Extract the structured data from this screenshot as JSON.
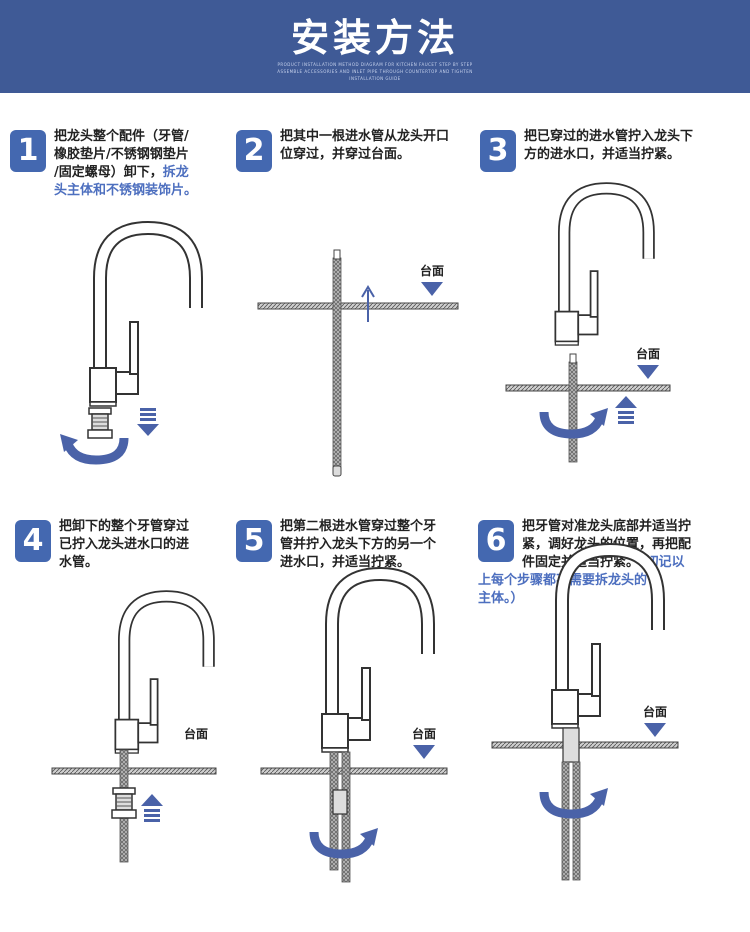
{
  "header": {
    "title": "安装方法",
    "sub1": "PRODUCT INSTALLATION METHOD DIAGRAM FOR KITCHEN FAUCET STEP BY STEP",
    "sub2": "ASSEMBLE ACCESSORIES AND INLET PIPE THROUGH COUNTERTOP AND TIGHTEN",
    "sub3": "INSTALLATION GUIDE"
  },
  "steps": [
    {
      "num": "1",
      "lines": [
        "把龙头整个配件（牙管/",
        "橡胶垫片/不锈钢钢垫片",
        "/固定螺母）卸下，"
      ],
      "hl_inline": "拆龙",
      "hl_line": "头主体和不锈钢装饰片。"
    },
    {
      "num": "2",
      "lines": [
        "把其中一根进水管从龙头开口",
        "位穿过，并穿过台面。"
      ]
    },
    {
      "num": "3",
      "lines": [
        "把已穿过的进水管拧入龙头下",
        "方的进水口，并适当拧紧。"
      ]
    },
    {
      "num": "4",
      "lines": [
        "把卸下的整个牙管穿过",
        "已拧入龙头进水口的进",
        "水管。"
      ]
    },
    {
      "num": "5",
      "lines": [
        "把第二根进水管穿过整个牙",
        "管并拧入龙头下方的另一个",
        "进水口，并适当拧紧。"
      ]
    },
    {
      "num": "6",
      "lines": [
        "把牙管对准龙头底部并适当拧",
        "紧，调好龙头的位置，再把配"
      ],
      "last_plain": "件固定并适当拧紧。",
      "last_hl": "（切记以",
      "hl_lines": [
        "上每个步骤都不需要拆龙头的",
        "主体。）"
      ]
    }
  ],
  "labels": {
    "countertop": "台面"
  },
  "colors": {
    "header_bg": "#3f5a96",
    "badge": "#4468b0",
    "highlight": "#4d6fbf",
    "arrow": "#4a62a8"
  }
}
